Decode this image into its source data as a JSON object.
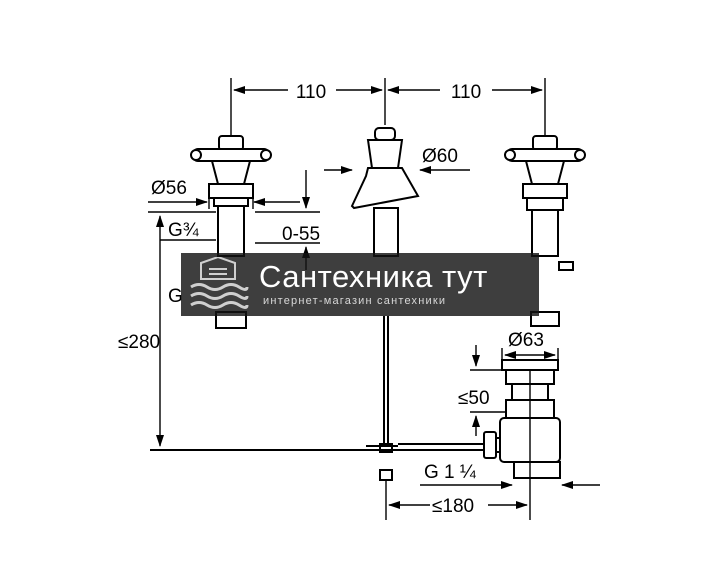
{
  "dimensions": {
    "handle_spacing_left": "110",
    "handle_spacing_right": "110",
    "spout_diameter": "Ø60",
    "handle_diameter": "Ø56",
    "inlet_thread": "G¾",
    "inlet_thread_lower": "G",
    "adjust_range": "0-55",
    "max_height": "≤280",
    "waste_diameter": "Ø63",
    "waste_height": "≤50",
    "waste_thread": "G 1 ¼",
    "waste_projection": "≤180"
  },
  "watermark": {
    "title": "Сантехника тут",
    "subtitle": "интернет-магазин сантехники"
  }
}
